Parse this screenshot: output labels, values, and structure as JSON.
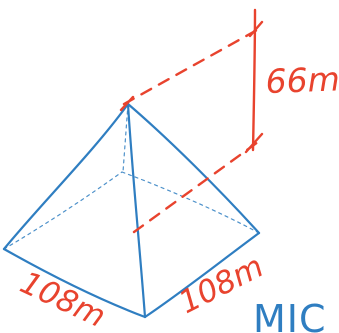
{
  "diagram": {
    "height_label": "66m",
    "base_left_label": "108m",
    "base_right_label": "108m",
    "watermark_text": "MIC",
    "colors": {
      "pyramid": "#2f7ec1",
      "dimension": "#e8432e",
      "watermark": "#2f7ec1",
      "background": "#ffffff"
    }
  }
}
